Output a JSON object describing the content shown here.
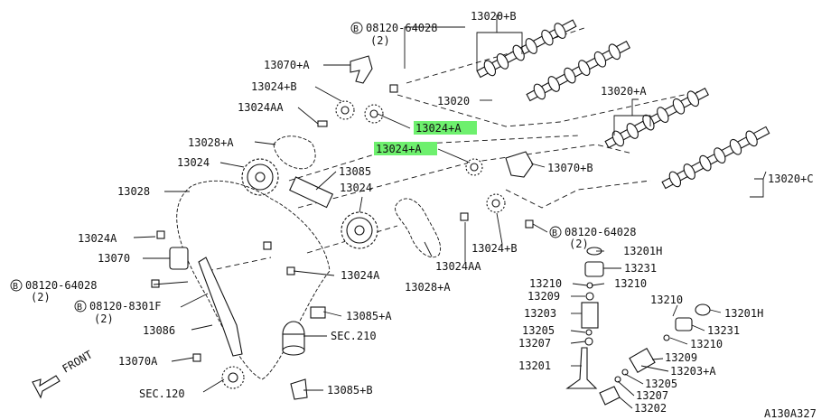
{
  "diagram_code": "A130A327",
  "front_label": "FRONT",
  "labels": {
    "l01": "13020+B",
    "l02": "08120-64028",
    "l03": "(2)",
    "l04": "13070+A",
    "l05": "13024+B",
    "l06": "13020",
    "l07": "13020+A",
    "l08": "13024AA",
    "l09": "13024+A",
    "l10": "13028+A",
    "l11": "13024+A",
    "l12": "13070+B",
    "l13": "13085",
    "l14": "13024",
    "l15": "13020+C",
    "l16": "13024",
    "l17": "13028",
    "l18": "08120-64028",
    "l19": "(2)",
    "l20": "13024A",
    "l21": "13201H",
    "l22": "13024+B",
    "l23": "13070",
    "l24": "13024AA",
    "l25": "13231",
    "l26": "08120-64028",
    "l27": "(2)",
    "l28": "13024A",
    "l29": "13210",
    "l30": "13210",
    "l31": "13209",
    "l32": "13028+A",
    "l33": "08120-8301F",
    "l34": "(2)",
    "l35": "13210",
    "l36": "13203",
    "l37": "13201H",
    "l38": "13085+A",
    "l39": "13086",
    "l40": "13205",
    "l41": "SEC.210",
    "l42": "13231",
    "l43": "13207",
    "l44": "13210",
    "l45": "13070A",
    "l46": "13209",
    "l47": "13201",
    "l48": "13203+A",
    "l49": "SEC.120",
    "l50": "13205",
    "l51": "13085+B",
    "l52": "13207",
    "l53": "13202"
  }
}
